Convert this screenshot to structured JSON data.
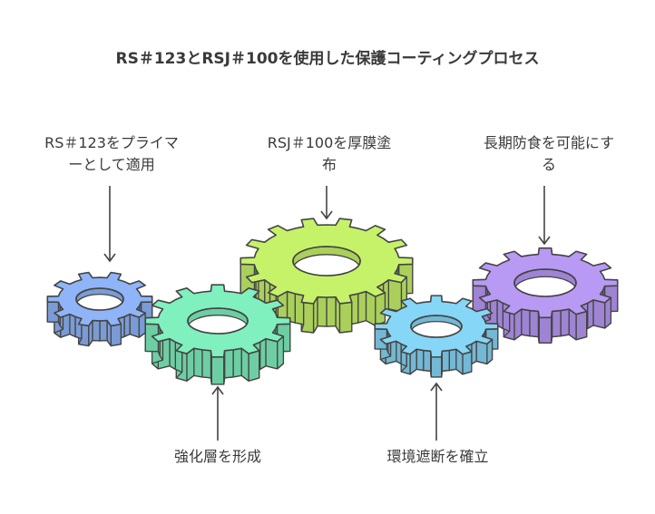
{
  "title": "RS＃123とRSJ＃100を使用した保護コーティングプロセス",
  "labels": {
    "primer": [
      "RS＃123をプライマ",
      "ーとして適用"
    ],
    "thick_film": [
      "RSJ＃100を厚膜塗",
      "布"
    ],
    "corrosion": [
      "長期防食を可能にす",
      "る"
    ],
    "reinforce": "強化層を形成",
    "barrier": "環境遮断を確立"
  },
  "gear_colors": {
    "primer": "#8fb4f7",
    "reinforce": "#7ff0be",
    "thick_film": "#c6f26a",
    "barrier": "#86d6f7",
    "corrosion": "#b89af5"
  },
  "stroke_color": "#444444"
}
